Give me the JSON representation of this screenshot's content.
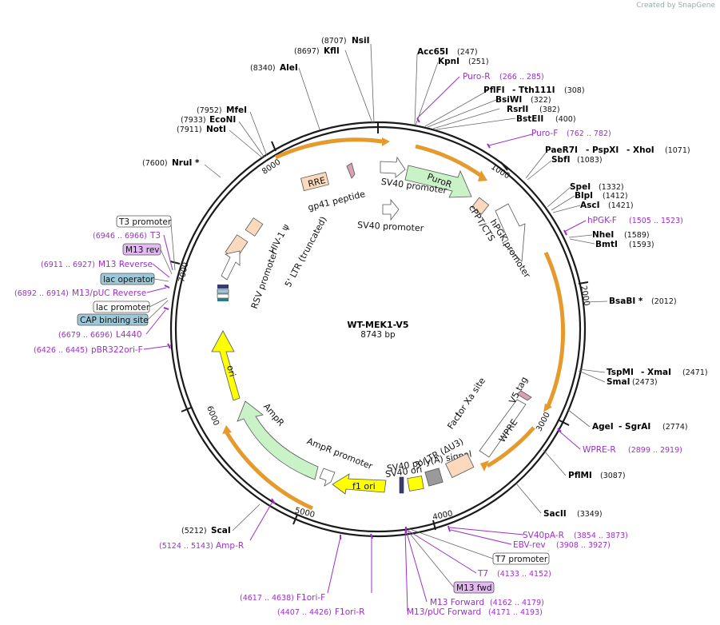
{
  "credit": "Created by SnapGene",
  "plasmid": {
    "name": "WT-MEK1-V5",
    "length_label": "8743 bp",
    "length": 8743
  },
  "ticks": [
    "1000",
    "2000",
    "3000",
    "4000",
    "5000",
    "6000",
    "7000",
    "8000"
  ],
  "features": {
    "puror": "PuroR",
    "sv40_promoter_1": "SV40 promoter",
    "sv40_promoter_2": "SV40 promoter",
    "cppt": "cPPT/CTS",
    "hpgk": "hPGK promoter",
    "rre": "RRE",
    "gp41": "gp41 peptide",
    "hiv": "HIV-1 ψ",
    "ltr5": "5' LTR (truncated)",
    "rsv": "RSV promoter",
    "ori": "ori",
    "ampr": "AmpR",
    "ampr_promoter": "AmpR promoter",
    "f1_ori": "f1 ori",
    "sv40_ori": "SV40 ori",
    "sv40_polya": "SV40 poly(A) signal",
    "ltr3": "3' LTR (ΔU3)",
    "wpre": "WPRE",
    "v5tag": "V5 tag",
    "factor_xa": "Factor Xa site"
  },
  "sites": {
    "nsii": {
      "name": "NsiI",
      "pos": "(8707)"
    },
    "kfli": {
      "name": "KflI",
      "pos": "(8697)"
    },
    "alei": {
      "name": "AleI",
      "pos": "(8340)"
    },
    "mfei": {
      "name": "MfeI",
      "pos": "(7952)"
    },
    "econi": {
      "name": "EcoNI",
      "pos": "(7933)"
    },
    "noti": {
      "name": "NotI",
      "pos": "(7911)"
    },
    "nrui": {
      "name": "NruI *",
      "pos": "(7600)"
    },
    "acc65i": {
      "name": "Acc65I",
      "pos": "(247)"
    },
    "kpni": {
      "name": "KpnI",
      "pos": "(251)"
    },
    "pflfi": {
      "name": "PflFI",
      "name2": "- Tth111I",
      "pos": "(308)"
    },
    "bsiwi": {
      "name": "BsiWI",
      "pos": "(322)"
    },
    "rsrii": {
      "name": "RsrII",
      "pos": "(382)"
    },
    "bsteii": {
      "name": "BstEII",
      "pos": "(400)"
    },
    "paer7i": {
      "name": "PaeR7I",
      "name2": "- PspXI",
      "name3": "- XhoI",
      "pos": "(1071)"
    },
    "sbfi": {
      "name": "SbfI",
      "pos": "(1083)"
    },
    "spei": {
      "name": "SpeI",
      "pos": "(1332)"
    },
    "blpi": {
      "name": "BlpI",
      "pos": "(1412)"
    },
    "asci": {
      "name": "AscI",
      "pos": "(1421)"
    },
    "nhei": {
      "name": "NheI",
      "pos": "(1589)"
    },
    "bmti": {
      "name": "BmtI",
      "pos": "(1593)"
    },
    "bsabi": {
      "name": "BsaBI *",
      "pos": "(2012)"
    },
    "tspmi": {
      "name": "TspMI",
      "name2": "- XmaI",
      "pos": "(2471)"
    },
    "smai": {
      "name": "SmaI",
      "pos": "(2473)"
    },
    "agei": {
      "name": "AgeI",
      "name2": "- SgrAI",
      "pos": "(2774)"
    },
    "pflmi": {
      "name": "PflMI",
      "pos": "(3087)"
    },
    "sacii": {
      "name": "SacII",
      "pos": "(3349)"
    },
    "scai": {
      "name": "ScaI",
      "pos": "(5212)"
    }
  },
  "primers": {
    "puro_r": {
      "name": "Puro-R",
      "pos": "(266 .. 285)"
    },
    "puro_f": {
      "name": "Puro-F",
      "pos": "(762 .. 782)"
    },
    "hpgk_f": {
      "name": "hPGK-F",
      "pos": "(1505 .. 1523)"
    },
    "wpre_r": {
      "name": "WPRE-R",
      "pos": "(2899 .. 2919)"
    },
    "sv40pa_r": {
      "name": "SV40pA-R",
      "pos": "(3854 .. 3873)"
    },
    "ebv_rev": {
      "name": "EBV-rev",
      "pos": "(3908 .. 3927)"
    },
    "t7": {
      "name": "T7",
      "pos": "(4133 .. 4152)"
    },
    "m13_forward": {
      "name": "M13 Forward",
      "pos": "(4162 .. 4179)"
    },
    "m13puc_forward": {
      "name": "M13/pUC Forward",
      "pos": "(4171 .. 4193)"
    },
    "f1ori_r": {
      "name": "F1ori-R",
      "pos": "(4407 .. 4426)"
    },
    "f1ori_f": {
      "name": "F1ori-F",
      "pos": "(4617 .. 4638)"
    },
    "amp_r": {
      "name": "Amp-R",
      "pos": "(5124 .. 5143)"
    },
    "pbr322ori_f": {
      "name": "pBR322ori-F",
      "pos": "(6426 .. 6445)"
    },
    "l4440": {
      "name": "L4440",
      "pos": "(6679 .. 6696)"
    },
    "m13puc_reverse": {
      "name": "M13/pUC Reverse",
      "pos": "(6892 .. 6914)"
    },
    "m13_reverse": {
      "name": "M13 Reverse",
      "pos": "(6911 .. 6927)"
    },
    "t3": {
      "name": "T3",
      "pos": "(6946 .. 6966)"
    }
  },
  "boxes": {
    "t3_promoter": "T3 promoter",
    "m13_rev": "M13 rev",
    "lac_operator": "lac operator",
    "lac_promoter": "lac promoter",
    "cap_site": "CAP binding site",
    "t7_promoter": "T7 promoter",
    "m13_fwd": "M13 fwd"
  },
  "colors": {
    "ring": "#1a1a1a",
    "primer": "#9b30c8",
    "orf_fill": "#c9f2c7",
    "ori_fill": "#ffff00",
    "orange": "#e59a2e",
    "ltr_fill": "#fbd9bd",
    "lac_op_fill": "#9ec8d8",
    "m13_fill": "#e2b9f0",
    "v5_fill": "#d8a2b3"
  }
}
